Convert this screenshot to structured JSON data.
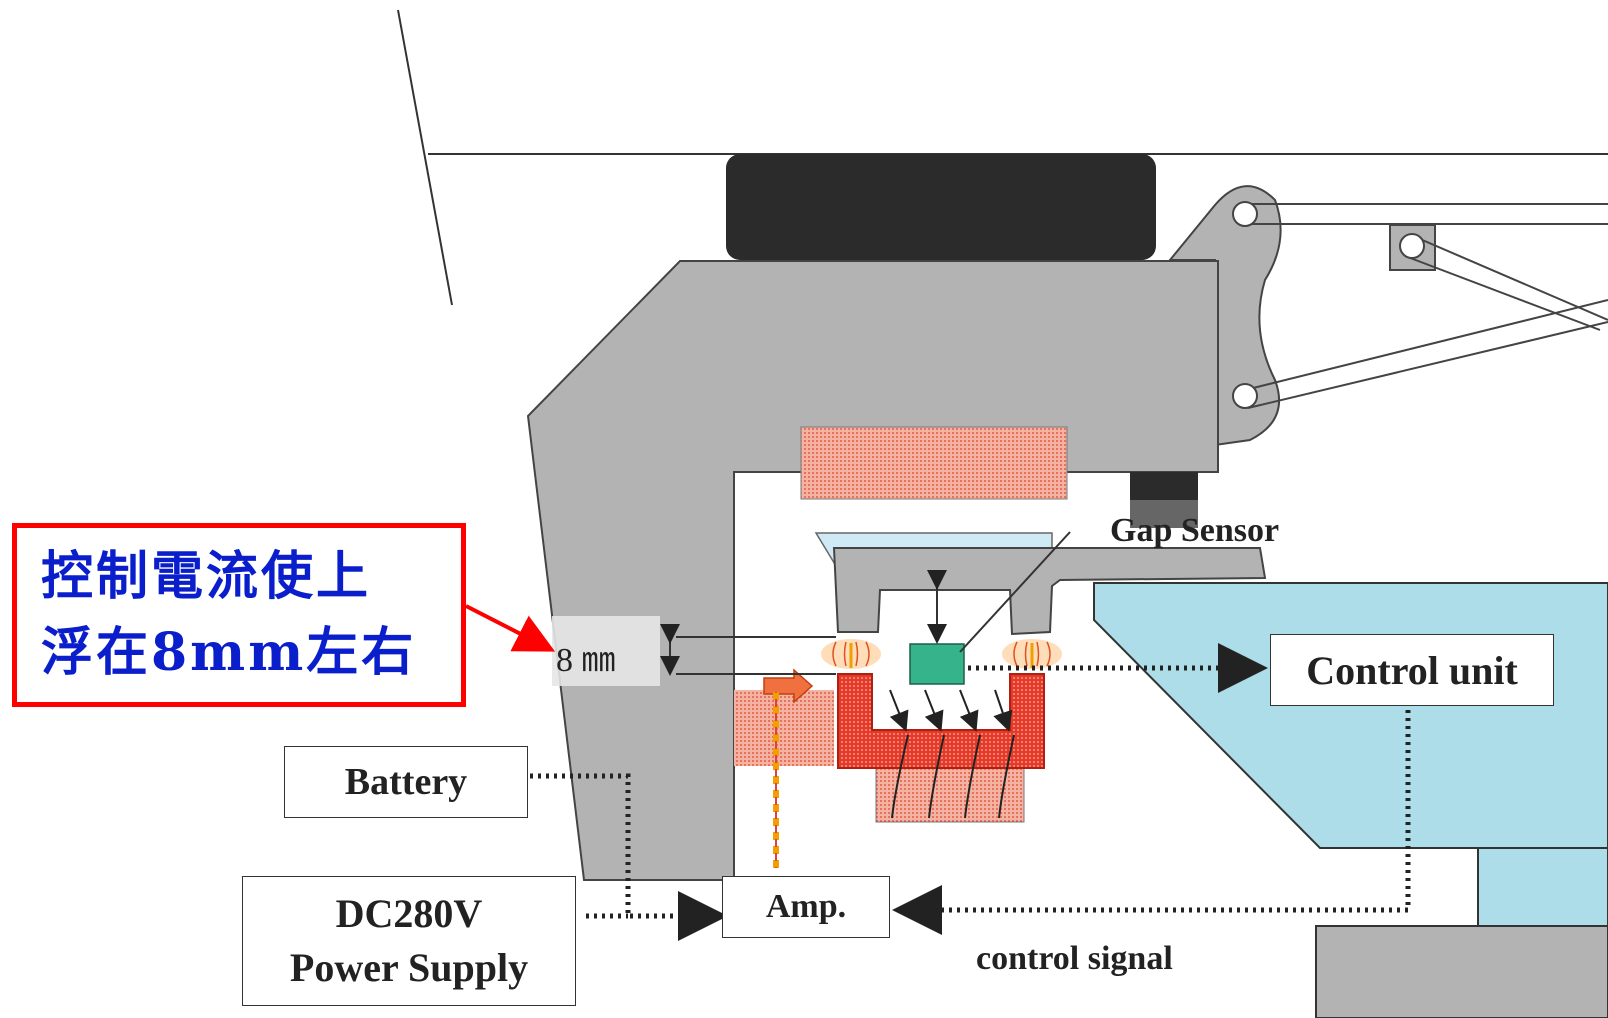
{
  "labels": {
    "gap_sensor": "Gap Sensor",
    "gap_value": "8 ㎜",
    "control_unit": "Control unit",
    "battery": "Battery",
    "power_supply_line1": "DC280V",
    "power_supply_line2": "Power Supply",
    "amp": "Amp.",
    "control_signal": "control signal"
  },
  "callout": {
    "line1": "控制電流使上",
    "line2": "浮在8mm左右"
  },
  "colors": {
    "bogie": "#b3b3b3",
    "coil": "#e8583a",
    "rail": "#acdde8",
    "sensor": "#36b38a",
    "callout_border": "#ff0000",
    "callout_text": "#0a1ecc"
  }
}
